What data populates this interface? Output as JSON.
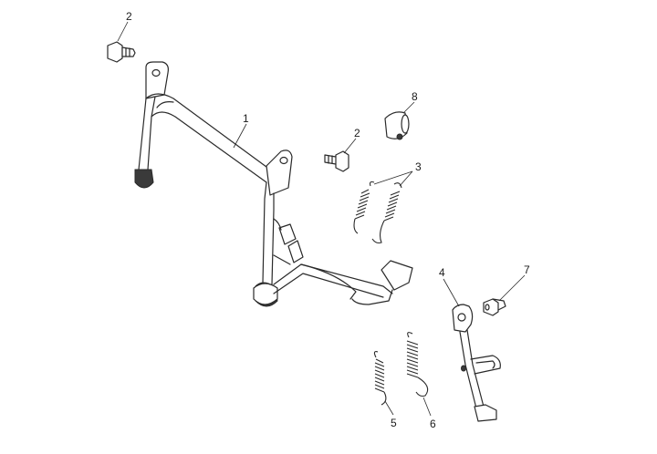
{
  "callouts": {
    "c1": "1",
    "c2a": "2",
    "c2b": "2",
    "c3": "3",
    "c4": "4",
    "c5": "5",
    "c6": "6",
    "c7": "7",
    "c8": "8"
  },
  "colors": {
    "line": "#2a2a2a",
    "background": "#ffffff"
  }
}
